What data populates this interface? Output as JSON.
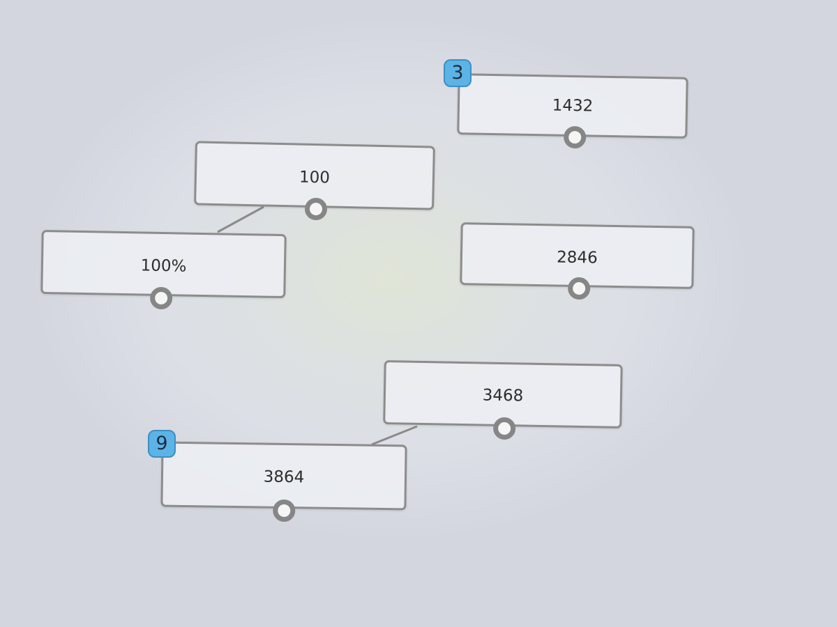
{
  "nodes": [
    {
      "id": "n1432",
      "label": "1432",
      "badge": "3"
    },
    {
      "id": "n100",
      "label": "100"
    },
    {
      "id": "n100pct",
      "label": "100%"
    },
    {
      "id": "n2846",
      "label": "2846"
    },
    {
      "id": "n3468",
      "label": "3468"
    },
    {
      "id": "n3864",
      "label": "3864",
      "badge": "9"
    }
  ],
  "connections": [
    {
      "from": "n100",
      "to": "n100pct"
    },
    {
      "from": "n3468",
      "to": "n3864"
    }
  ],
  "colors": {
    "node_border": "#8c8c8c",
    "port_ring": "#868686",
    "badge_fill": "#5cb3e6",
    "connector": "#8a8a8a"
  }
}
